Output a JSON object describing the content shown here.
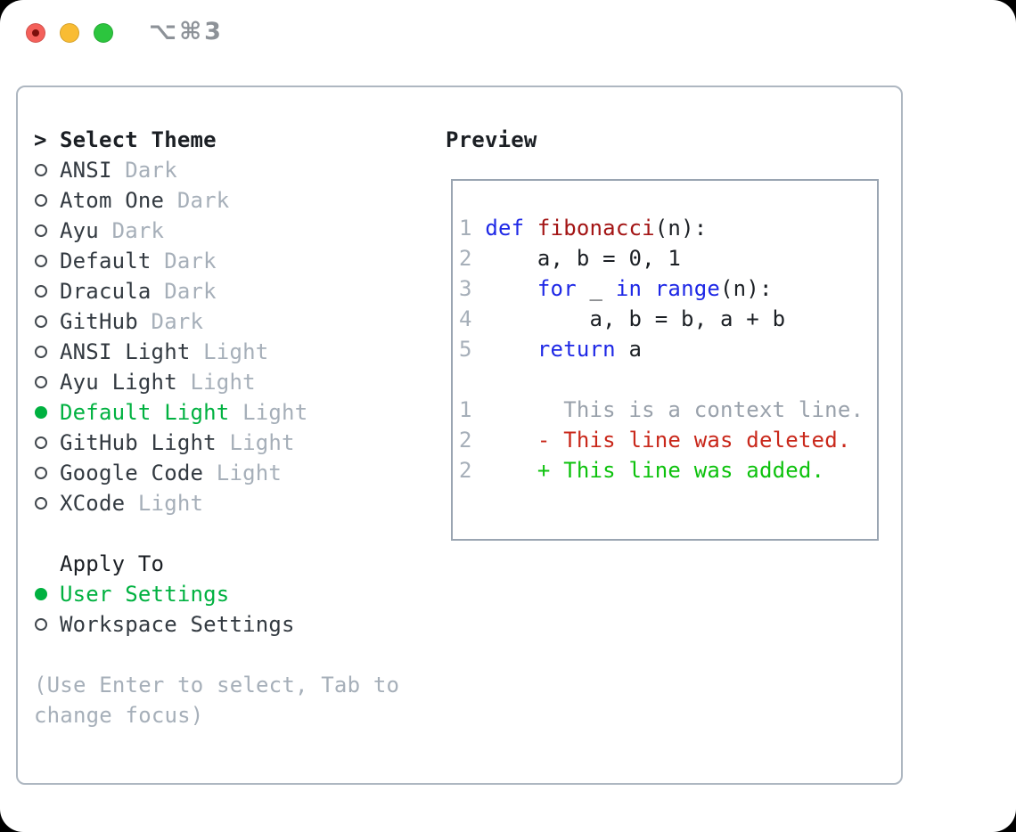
{
  "window": {
    "title": "⌥⌘3",
    "traffic_lights": [
      {
        "name": "close",
        "color": "#f4605a",
        "has_dot": true
      },
      {
        "name": "minimize",
        "color": "#f9bc33",
        "has_dot": false
      },
      {
        "name": "zoom",
        "color": "#2cc53e",
        "has_dot": false
      }
    ]
  },
  "theme_panel": {
    "header_prompt": ">",
    "header_label": "Select Theme",
    "items": [
      {
        "name": "ANSI",
        "variant": "Dark",
        "selected": false
      },
      {
        "name": "Atom One",
        "variant": "Dark",
        "selected": false
      },
      {
        "name": "Ayu",
        "variant": "Dark",
        "selected": false
      },
      {
        "name": "Default",
        "variant": "Dark",
        "selected": false
      },
      {
        "name": "Dracula",
        "variant": "Dark",
        "selected": false
      },
      {
        "name": "GitHub",
        "variant": "Dark",
        "selected": false
      },
      {
        "name": "ANSI Light",
        "variant": "Light",
        "selected": false
      },
      {
        "name": "Ayu Light",
        "variant": "Light",
        "selected": false
      },
      {
        "name": "Default Light",
        "variant": "Light",
        "selected": true
      },
      {
        "name": "GitHub Light",
        "variant": "Light",
        "selected": false
      },
      {
        "name": "Google Code",
        "variant": "Light",
        "selected": false
      },
      {
        "name": "XCode",
        "variant": "Light",
        "selected": false
      }
    ],
    "apply_to_label": "Apply To",
    "apply_to_options": [
      {
        "label": "User Settings",
        "selected": true
      },
      {
        "label": "Workspace Settings",
        "selected": false
      }
    ],
    "hint_lines": [
      "(Use Enter to select, Tab to",
      "change focus)"
    ]
  },
  "preview": {
    "title": "Preview",
    "code_lines": [
      [
        {
          "t": "1",
          "c": "num"
        },
        {
          "t": " ",
          "c": "plain"
        },
        {
          "t": "def",
          "c": "kw"
        },
        {
          "t": " ",
          "c": "plain"
        },
        {
          "t": "fibonacci",
          "c": "fn"
        },
        {
          "t": "(n):",
          "c": "plain"
        }
      ],
      [
        {
          "t": "2",
          "c": "num"
        },
        {
          "t": "     a, b = 0, 1",
          "c": "plain"
        }
      ],
      [
        {
          "t": "3",
          "c": "num"
        },
        {
          "t": "     ",
          "c": "plain"
        },
        {
          "t": "for",
          "c": "kw"
        },
        {
          "t": " _ ",
          "c": "plain"
        },
        {
          "t": "in",
          "c": "kw"
        },
        {
          "t": " ",
          "c": "plain"
        },
        {
          "t": "range",
          "c": "kw"
        },
        {
          "t": "(n):",
          "c": "plain"
        }
      ],
      [
        {
          "t": "4",
          "c": "num"
        },
        {
          "t": "         a, b = b, a + b",
          "c": "plain"
        }
      ],
      [
        {
          "t": "5",
          "c": "num"
        },
        {
          "t": "     ",
          "c": "plain"
        },
        {
          "t": "return",
          "c": "kw"
        },
        {
          "t": " a",
          "c": "plain"
        }
      ],
      [],
      [
        {
          "t": "1",
          "c": "num"
        },
        {
          "t": "       This is a context line.",
          "c": "ctx"
        }
      ],
      [
        {
          "t": "2",
          "c": "num"
        },
        {
          "t": "     ",
          "c": "plain"
        },
        {
          "t": "- This line was deleted.",
          "c": "del"
        }
      ],
      [
        {
          "t": "2",
          "c": "num"
        },
        {
          "t": "     ",
          "c": "plain"
        },
        {
          "t": "+ This line was added.",
          "c": "add"
        }
      ]
    ]
  },
  "colors": {
    "accent_green": "#00b140",
    "added_green": "#0dc20d",
    "deleted_red": "#c9281b",
    "keyword_blue": "#1e28e6",
    "function_red": "#a31414",
    "muted_gray": "#a6afb9",
    "context_gray": "#99a1ab",
    "text_dark": "#1b1f24",
    "box_border": "#aeb7c1",
    "preview_border": "#9aa5b2",
    "title_gray": "#8d9298",
    "traffic_red": "#f4605a",
    "traffic_red_dot": "#7c0f0b",
    "traffic_yellow": "#f9bc33",
    "traffic_green": "#2cc53e"
  }
}
